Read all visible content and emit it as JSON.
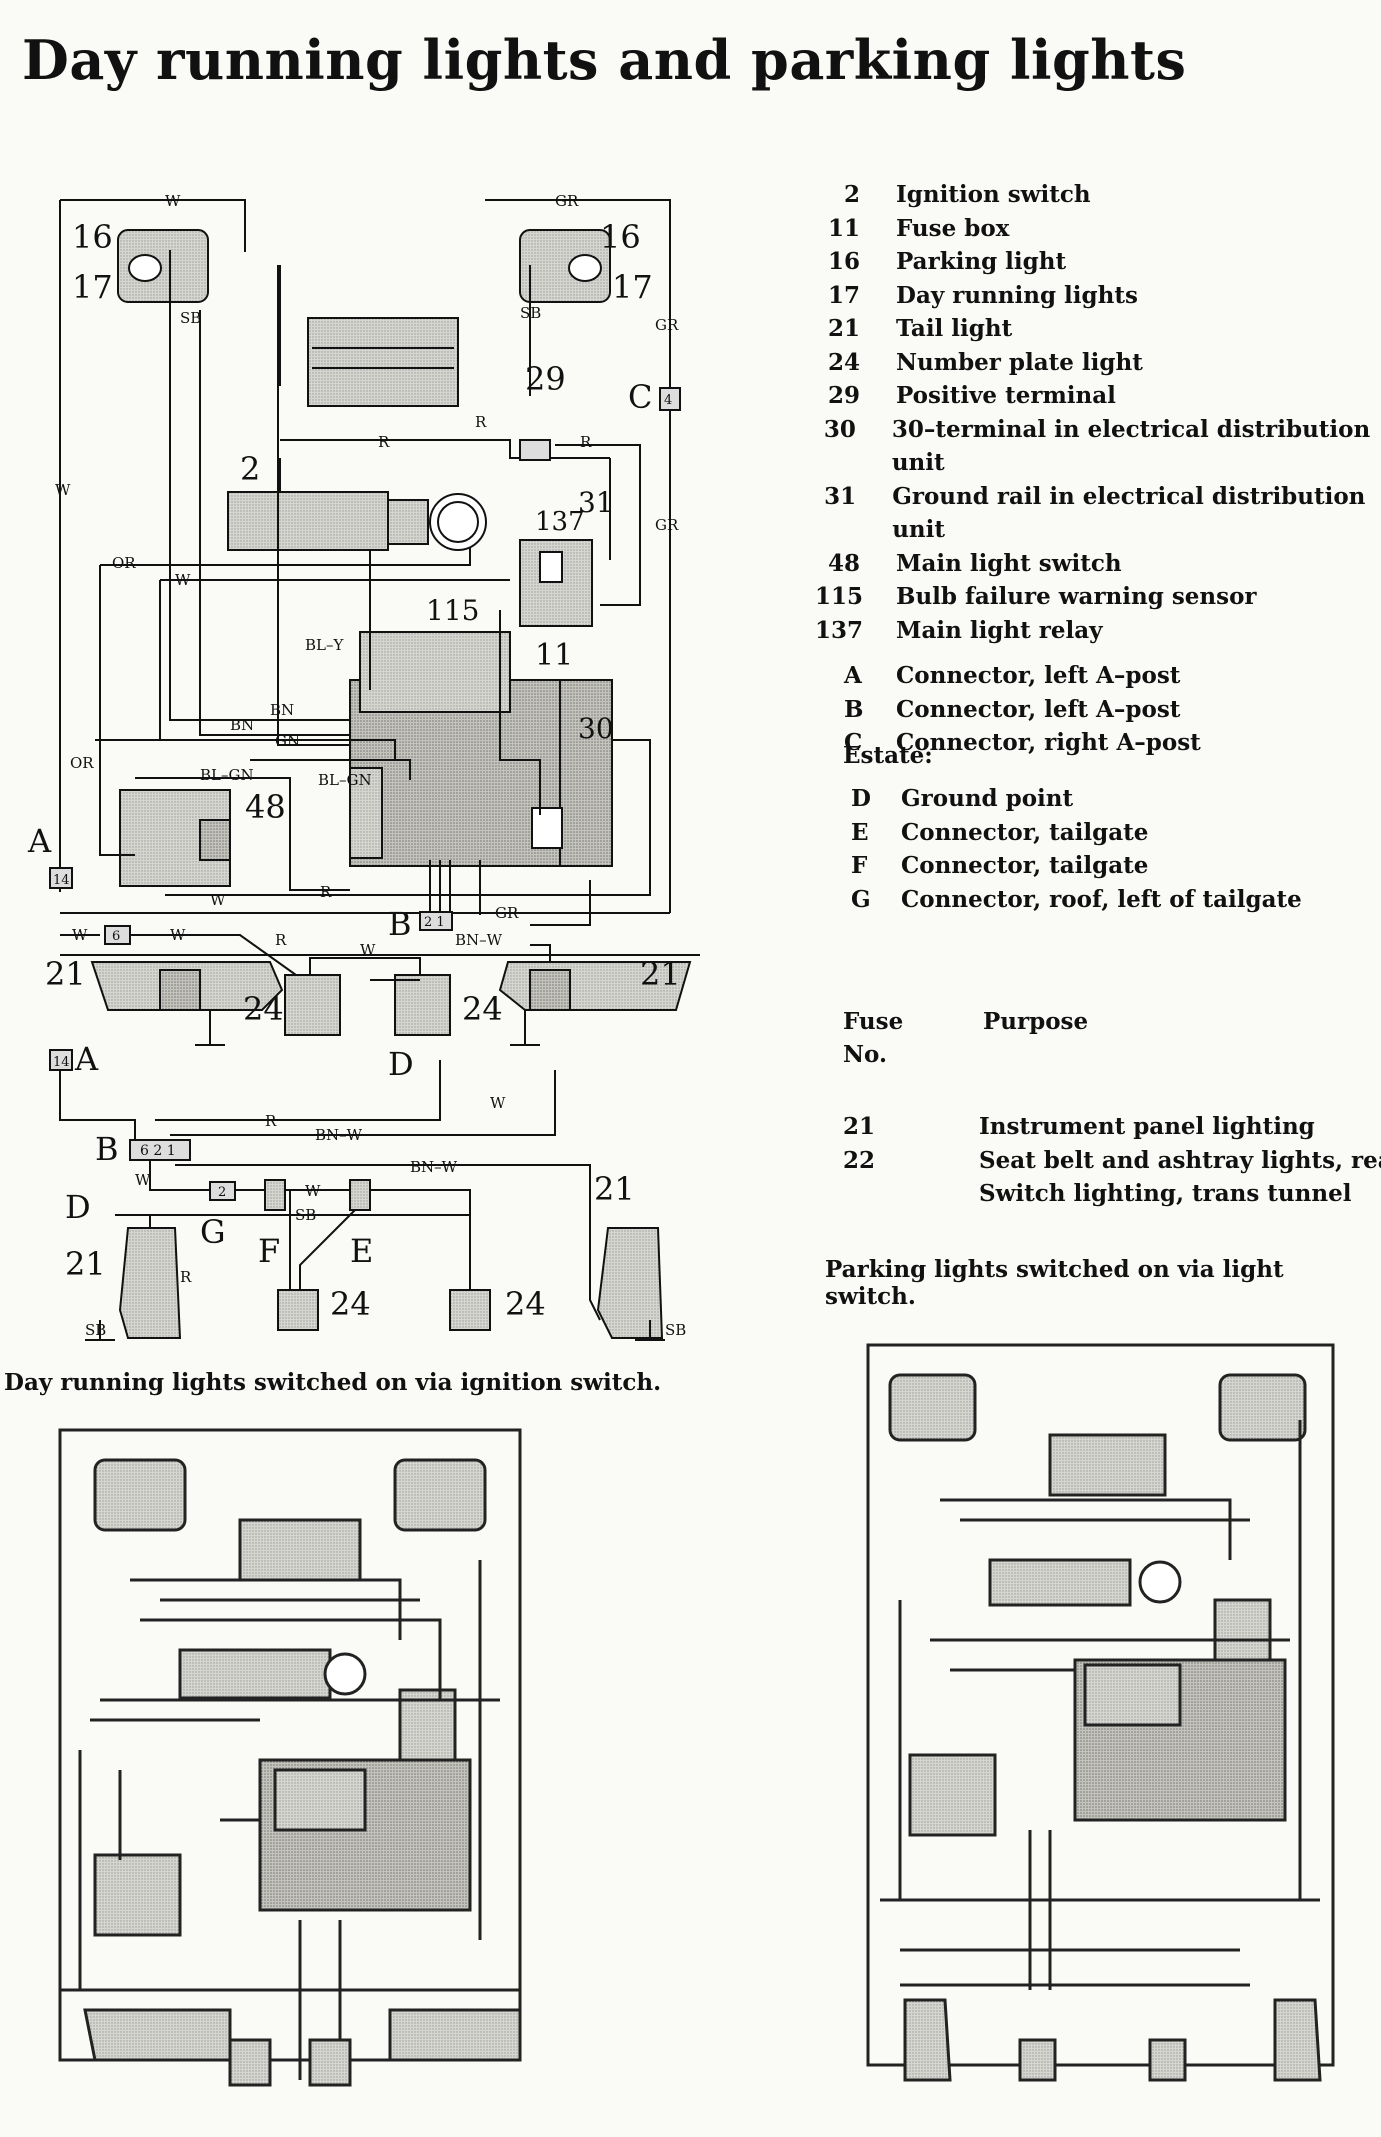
{
  "title": "Day running lights and parking lights",
  "legend": [
    {
      "num": "2",
      "label": "Ignition switch"
    },
    {
      "num": "11",
      "label": "Fuse box"
    },
    {
      "num": "16",
      "label": "Parking light"
    },
    {
      "num": "17",
      "label": "Day running lights"
    },
    {
      "num": "21",
      "label": "Tail light"
    },
    {
      "num": "24",
      "label": "Number plate light"
    },
    {
      "num": "29",
      "label": "Positive terminal"
    },
    {
      "num": "30",
      "label": "30–terminal in electrical distribution unit"
    },
    {
      "num": "31",
      "label": "Ground rail in electrical distribution unit"
    },
    {
      "num": "48",
      "label": "Main light switch"
    },
    {
      "num": "115",
      "label": "Bulb failure warning sensor"
    },
    {
      "num": "137",
      "label": "Main light relay"
    }
  ],
  "connectors": [
    {
      "key": "A",
      "label": "Connector, left A–post"
    },
    {
      "key": "B",
      "label": "Connector, left A–post"
    },
    {
      "key": "C",
      "label": "Connector, right A–post"
    }
  ],
  "estate_title": "Estate:",
  "estate": [
    {
      "key": "D",
      "label": "Ground point"
    },
    {
      "key": "E",
      "label": "Connector, tailgate"
    },
    {
      "key": "F",
      "label": "Connector, tailgate"
    },
    {
      "key": "G",
      "label": "Connector, roof, left of tailgate"
    }
  ],
  "fuse_table": {
    "col1": "Fuse",
    "col1b": "No.",
    "col2": "Purpose",
    "rows": [
      {
        "no": "21",
        "purpose": "Instrument panel lighting"
      },
      {
        "no": "22",
        "purpose": "Seat belt and ashtray lights, rear"
      },
      {
        "no": "",
        "purpose": "Switch lighting, trans tunnel"
      }
    ]
  },
  "captions": {
    "parking": "Parking lights switched on via light switch.",
    "day": "Day running lights switched on via ignition switch."
  },
  "diagram_labels": {
    "n16a": "16",
    "n17a": "17",
    "n16b": "16",
    "n17b": "17",
    "n29": "29",
    "n2": "2",
    "n31": "31",
    "n137": "137",
    "n115": "115",
    "n11": "11",
    "n30": "30",
    "n48": "48",
    "n21a": "21",
    "n21b": "21",
    "n24a": "24",
    "n24b": "24",
    "n21c": "21",
    "n21d": "21",
    "n24c": "24",
    "n24d": "24",
    "A1": "A",
    "A2": "A",
    "B1": "B",
    "B2": "B",
    "C1": "C",
    "D1": "D",
    "D2": "D",
    "E1": "E",
    "F1": "F",
    "G1": "G",
    "W": "W",
    "GR": "GR",
    "R": "R",
    "SB": "SB",
    "OR": "OR",
    "BN": "BN",
    "GN": "GN",
    "BLY": "BL–Y",
    "BLGN": "BL–GN",
    "BNW": "BN–W",
    "c14a": "14",
    "c14b": "14",
    "c4": "4",
    "c6": "6",
    "c2": "2",
    "c1": "1",
    "c621": "6 2 1",
    "c21": "2 1"
  }
}
